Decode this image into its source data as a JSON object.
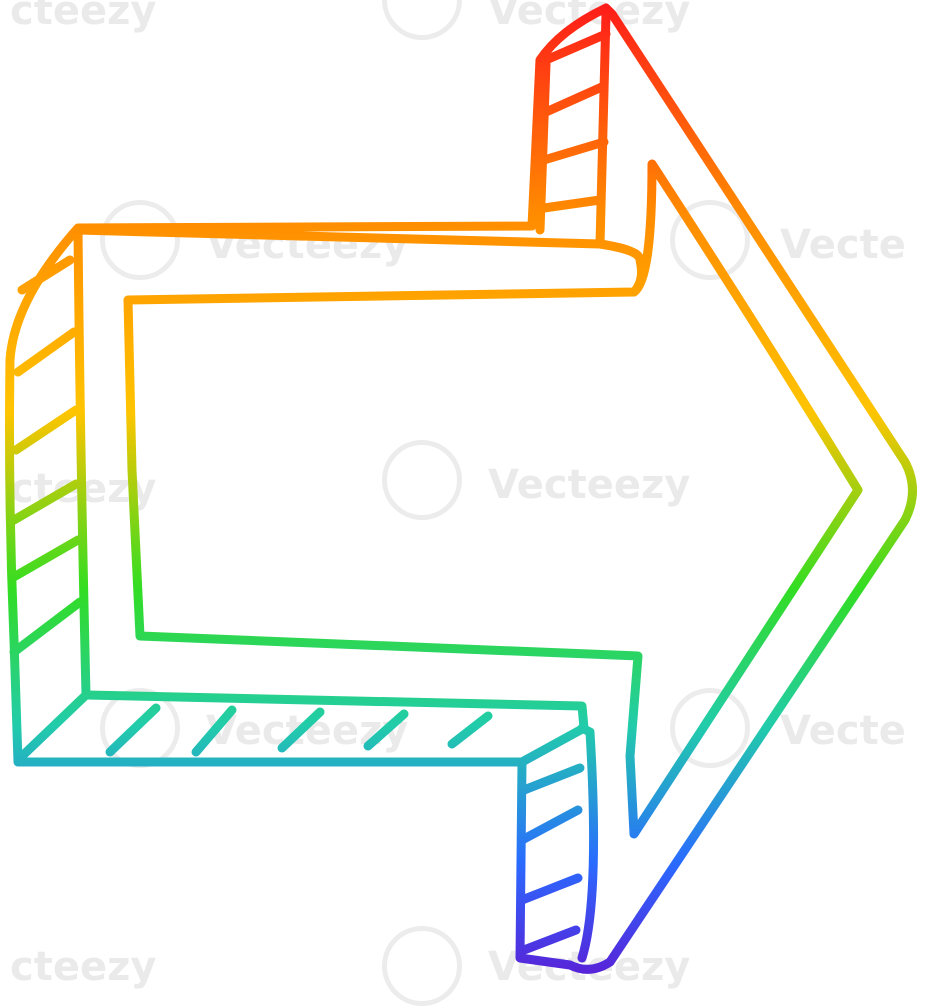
{
  "image": {
    "subject": "arrow-pointing-right",
    "style": "rainbow-gradient-line-drawing",
    "colors": {
      "background": "#ffffff",
      "gradient_top": "#ff1a1a",
      "gradient_orange": "#ff8c00",
      "gradient_yellow": "#ffc400",
      "gradient_green": "#33dd22",
      "gradient_teal": "#22ccaa",
      "gradient_blue": "#2a6bff",
      "gradient_bottom": "#5a1fd6"
    }
  },
  "watermark": {
    "text": "Vecteezy",
    "partial_left": "cteezy",
    "partial_right": "Vecte"
  }
}
